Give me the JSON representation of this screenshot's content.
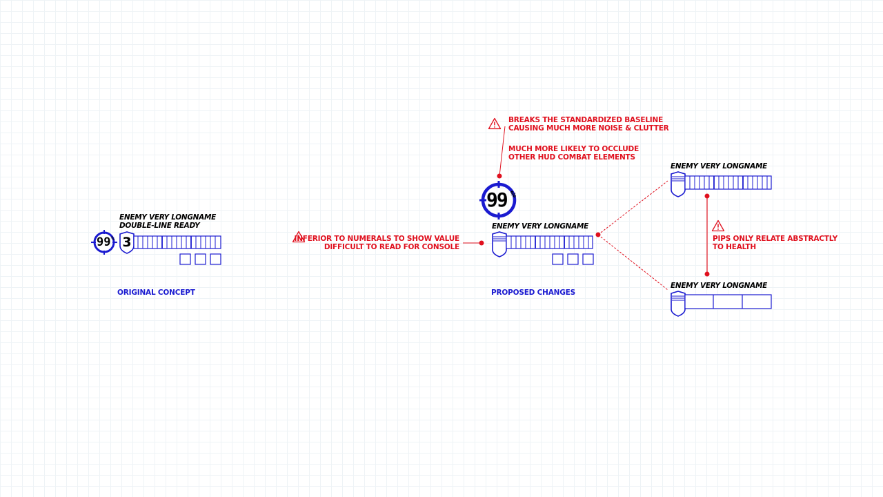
{
  "original": {
    "name_line1": "ENEMY VERY LONGNAME",
    "name_line2": "DOUBLE-LINE READY",
    "accuracy_value": "99",
    "accuracy_unit": "%",
    "level": "3",
    "caption": "ORIGINAL CONCEPT"
  },
  "proposed": {
    "name": "ENEMY VERY LONGNAME",
    "accuracy_value": "99",
    "accuracy_unit": "%",
    "caption": "PROPOSED CHANGES"
  },
  "variant_a": {
    "name": "ENEMY VERY LONGNAME"
  },
  "variant_b": {
    "name": "ENEMY VERY LONGNAME"
  },
  "notes": {
    "baseline_line1": "BREAKS THE STANDARDIZED BASELINE",
    "baseline_line2": "CAUSING MUCH MORE NOISE & CLUTTER",
    "occlude_line1": "MUCH MORE LIKELY TO OCCLUDE",
    "occlude_line2": "OTHER HUD COMBAT ELEMENTS",
    "inferior_line1": "INFERIOR TO NUMERALS TO SHOW VALUE",
    "inferior_line2": "DIFFICULT TO READ FOR CONSOLE",
    "pips_line1": "PIPS ONLY RELATE ABSTRACTLY",
    "pips_line2": "TO HEALTH"
  },
  "colors": {
    "ui_blue": "#1a1ad0",
    "annotation_red": "#e0101e",
    "grid": "#eef3f6"
  }
}
